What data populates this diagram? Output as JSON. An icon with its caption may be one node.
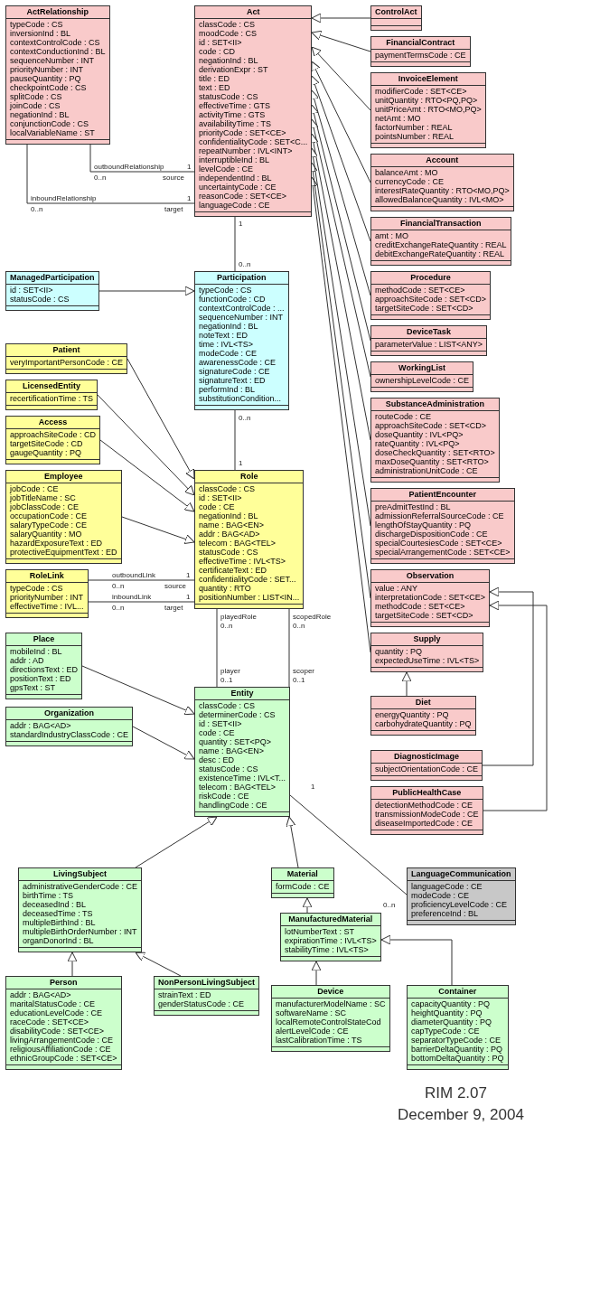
{
  "diagram": {
    "nodes": [
      {
        "text": [
          "ActRelationship",
          "typeCode : CS",
          "inversionInd : BL",
          "contextControlCode : CS",
          "contextConductionInd : BL",
          "sequenceNumber : INT",
          "priorityNumber : INT",
          "pauseQuantity : PQ",
          "checkpointCode : CS",
          "splitCode : CS",
          "joinCode : CS",
          "negationInd : BL",
          "conjunctionCode : CS",
          "localVariableName : ST"
        ]
      },
      {
        "text": [
          "ControlAct"
        ]
      },
      {
        "text": [
          "FinancialContract",
          "paymentTermsCode : CE"
        ]
      },
      {
        "text": [
          "InvoiceElement",
          "modifierCode : SET<CE>",
          "unitQuantity : RTO<PQ,PQ>",
          "unitPriceAmt : RTO<MO,PQ>",
          "netAmt : MO",
          "factorNumber : REAL",
          "pointsNumber : REAL"
        ]
      },
      {
        "text": [
          "Account",
          "balanceAmt : MO",
          "currencyCode : CE",
          "interestRateQuantity : RTO<MO,PQ>",
          "allowedBalanceQuantity : IVL<MO>"
        ]
      },
      {
        "text": [
          "FinancialTransaction",
          "amt : MO",
          "creditExchangeRateQuantity : REAL",
          "debitExchangeRateQuantity : REAL"
        ]
      },
      {
        "text": [
          "Act",
          "classCode : CS",
          "moodCode : CS",
          "id : SET<II>",
          "code : CD",
          "negationInd : BL",
          "derivationExpr : ST",
          "title : ED",
          "text : ED",
          "statusCode : CS",
          "effectiveTime : GTS",
          "activityTime : GTS",
          "availabilityTime : TS",
          "priorityCode : SET<CE>",
          "confidentialityCode : SET<C...",
          "repeatNumber : IVL<INT>",
          "interruptibleInd : BL",
          "levelCode : CE",
          "independentInd : BL",
          "uncertaintyCode : CE",
          "reasonCode : SET<CE>",
          "languageCode : CE"
        ]
      },
      {
        "text": [
          "Procedure",
          "methodCode : SET<CE>",
          "approachSiteCode : SET<CD>",
          "targetSiteCode : SET<CD>"
        ]
      },
      {
        "text": [
          "DeviceTask",
          "parameterValue : LIST<ANY>"
        ]
      },
      {
        "text": [
          "Supply",
          "quantity : PQ",
          "expectedUseTime : IVL<TS>"
        ]
      },
      {
        "text": [
          "Diet",
          "energyQuantity : PQ",
          "carbohydrateQuantity : PQ"
        ]
      },
      {
        "text": [
          "DiagnosticImage",
          "subjectOrientationCode : CE"
        ]
      },
      {
        "text": [
          "Observation",
          "value : ANY",
          "interpretationCode : SET<CE>",
          "methodCode : SET<CE>",
          "targetSiteCode : SET<CD>"
        ]
      },
      {
        "text": [
          "PublicHealthCase",
          "detectionMethodCode : CE",
          "transmissionModeCode : CE",
          "diseaseImportedCode : CE"
        ]
      },
      {
        "text": [
          "WorkingList",
          "ownershipLevelCode : CE"
        ]
      },
      {
        "text": [
          "SubstanceAdministration",
          "routeCode : CE",
          "approachSiteCode : SET<CD>",
          "doseQuantity : IVL<PQ>",
          "rateQuantity : IVL<PQ>",
          "doseCheckQuantity : SET<RTO>",
          "maxDoseQuantity : SET<RTO>",
          "administrationUnitCode : CE"
        ]
      },
      {
        "text": [
          "PatientEncounter",
          "preAdmitTestInd : BL",
          "admissionReferralSourceCode : CE",
          "lengthOfStayQuantity : PQ",
          "dischargeDispositionCode : CE",
          "specialCourtesiesCode : SET<CE>",
          "specialArrangementCode : SET<CE>"
        ]
      },
      {
        "text": [
          "ManagedParticipation",
          "id : SET<II>",
          "statusCode : CS"
        ]
      },
      {
        "text": [
          "Participation",
          "typeCode : CS",
          "functionCode : CD",
          "contextControlCode : ...",
          "sequenceNumber : INT",
          "negationInd : BL",
          "noteText : ED",
          "time : IVL<TS>",
          "modeCode : CE",
          "awarenessCode : CE",
          "signatureCode : CE",
          "signatureText : ED",
          "performInd : BL",
          "substitutionCondition..."
        ]
      },
      {
        "text": [
          "Patient",
          "veryImportantPersonCode : CE"
        ]
      },
      {
        "text": [
          "LicensedEntity",
          "recertificationTime : TS"
        ]
      },
      {
        "text": [
          "Access",
          "approachSiteCode : CD",
          "targetSiteCode : CD",
          "gaugeQuantity : PQ"
        ]
      },
      {
        "text": [
          "Role",
          "classCode : CS",
          "id : SET<II>",
          "code : CE",
          "negationInd : BL",
          "name : BAG<EN>",
          "addr : BAG<AD>",
          "telecom : BAG<TEL>",
          "statusCode : CS",
          "effectiveTime : IVL<TS>",
          "certificateText : ED",
          "confidentialityCode : SET...",
          "quantity : RTO",
          "positionNumber : LIST<IN..."
        ]
      },
      {
        "text": [
          "RoleLink",
          "typeCode : CS",
          "priorityNumber : INT",
          "effectiveTime : IVL..."
        ]
      },
      {
        "text": [
          "Employee",
          "jobCode : CE",
          "jobTitleName : SC",
          "jobClassCode : CE",
          "occupationCode : CE",
          "salaryTypeCode : CE",
          "salaryQuantity : MO",
          "hazardExposureText : ED",
          "protectiveEquipmentText : ED"
        ]
      },
      {
        "text": [
          "Place",
          "mobileInd : BL",
          "addr : AD",
          "directionsText : ED",
          "positionText : ED",
          "gpsText : ST"
        ]
      },
      {
        "text": [
          "Organization",
          "addr : BAG<AD>",
          "standardIndustryClassCode : CE"
        ]
      },
      {
        "text": [
          "Entity",
          "classCode : CS",
          "determinerCode : CS",
          "id : SET<II>",
          "code : CE",
          "quantity : SET<PQ>",
          "name : BAG<EN>",
          "desc : ED",
          "statusCode : CS",
          "existenceTime : IVL<T...",
          "telecom : BAG<TEL>",
          "riskCode : CE",
          "handlingCode : CE"
        ]
      },
      {
        "text": [
          "Person",
          "addr : BAG<AD>",
          "maritalStatusCode : CE",
          "educationLevelCode : CE",
          "raceCode : SET<CE>",
          "disabilityCode : SET<CE>",
          "livingArrangementCode : CE",
          "religiousAffiliationCode : CE",
          "ethnicGroupCode : SET<CE>"
        ]
      },
      {
        "text": [
          "LivingSubject",
          "administrativeGenderCode : CE",
          "birthTime : TS",
          "deceasedInd : BL",
          "deceasedTime : TS",
          "multipleBirthInd : BL",
          "multipleBirthOrderNumber : INT",
          "organDonorInd : BL"
        ]
      },
      {
        "text": [
          "NonPersonLivingSubject",
          "strainText : ED",
          "genderStatusCode : CE"
        ]
      },
      {
        "text": [
          "Material",
          "formCode : CE"
        ]
      },
      {
        "text": [
          "ManufacturedMaterial",
          "lotNumberText : ST",
          "expirationTime : IVL<TS>",
          "stabilityTime : IVL<TS>"
        ]
      },
      {
        "text": [
          "LanguageCommunication",
          "languageCode : CE",
          "modeCode : CE",
          "proficiencyLevelCode : CE",
          "preferenceInd : BL"
        ]
      },
      {
        "text": [
          "Device",
          "manufacturerModelName : SC",
          "softwareName : SC",
          "localRemoteControlStateCod",
          "alertLevelCode : CE",
          "lastCalibrationTime : TS"
        ]
      },
      {
        "text": [
          "Container",
          "capacityQuantity : PQ",
          "heightQuantity : PQ",
          "diameterQuantity : PQ",
          "capTypeCode : CE",
          "separatorTypeCode : CE",
          "barrierDeltaQuantity : PQ",
          "bottomDeltaQuantity : PQ"
        ]
      }
    ],
    "edges": [
      {
        "from": 6,
        "to": 0,
        "arrow": "none"
      },
      {
        "from": 6,
        "to": 0,
        "arrow": "none"
      },
      {
        "from": 1,
        "to": 6,
        "arrow": "to"
      },
      {
        "from": 2,
        "to": 6,
        "arrow": "to"
      },
      {
        "from": 3,
        "to": 6,
        "arrow": "to"
      },
      {
        "from": 4,
        "to": 6,
        "arrow": "to"
      },
      {
        "from": 5,
        "to": 6,
        "arrow": "to"
      },
      {
        "from": 7,
        "to": 6,
        "arrow": "to"
      },
      {
        "from": 8,
        "to": 6,
        "arrow": "to"
      },
      {
        "from": 9,
        "to": 6,
        "arrow": "to"
      },
      {
        "from": 12,
        "to": 6,
        "arrow": "to"
      },
      {
        "from": 14,
        "to": 6,
        "arrow": "to"
      },
      {
        "from": 15,
        "to": 6,
        "arrow": "to"
      },
      {
        "from": 16,
        "to": 6,
        "arrow": "to"
      },
      {
        "from": 10,
        "to": 9,
        "arrow": "to"
      },
      {
        "from": 11,
        "to": 12,
        "arrow": "to"
      },
      {
        "from": 13,
        "to": 12,
        "arrow": "to"
      },
      {
        "from": 6,
        "to": 18,
        "arrow": "none"
      },
      {
        "from": 22,
        "to": 18,
        "arrow": "none"
      },
      {
        "from": 17,
        "to": 18,
        "arrow": "to"
      },
      {
        "from": 19,
        "to": 22,
        "arrow": "to"
      },
      {
        "from": 20,
        "to": 22,
        "arrow": "to"
      },
      {
        "from": 21,
        "to": 22,
        "arrow": "to"
      },
      {
        "from": 24,
        "to": 22,
        "arrow": "to"
      },
      {
        "from": 22,
        "to": 23,
        "arrow": "none"
      },
      {
        "from": 22,
        "to": 23,
        "arrow": "none"
      },
      {
        "from": 27,
        "to": 22,
        "arrow": "none"
      },
      {
        "from": 27,
        "to": 22,
        "arrow": "none"
      },
      {
        "from": 25,
        "to": 27,
        "arrow": "to"
      },
      {
        "from": 26,
        "to": 27,
        "arrow": "to"
      },
      {
        "from": 29,
        "to": 27,
        "arrow": "to"
      },
      {
        "from": 31,
        "to": 27,
        "arrow": "to"
      },
      {
        "from": 28,
        "to": 29,
        "arrow": "to"
      },
      {
        "from": 30,
        "to": 29,
        "arrow": "to"
      },
      {
        "from": 32,
        "to": 31,
        "arrow": "to"
      },
      {
        "from": 34,
        "to": 32,
        "arrow": "to"
      },
      {
        "from": 35,
        "to": 32,
        "arrow": "to"
      },
      {
        "from": 27,
        "to": 33,
        "arrow": "none"
      }
    ],
    "labels": [
      "outboundRelationship",
      "0..n",
      "source",
      "1",
      "inboundRelationship",
      "0..n",
      "target",
      "1",
      "0..n",
      "1",
      "0..n",
      "1",
      "source",
      "1",
      "outboundLink",
      "0..n",
      "target",
      "1",
      "inboundLink",
      "0..n",
      "player",
      "0..1",
      "playedRole",
      "0..n",
      "scoper",
      "0..1",
      "scopedRole",
      "0..n",
      "1",
      "0..n",
      "RIM 2.07",
      "December 9, 2004"
    ]
  }
}
